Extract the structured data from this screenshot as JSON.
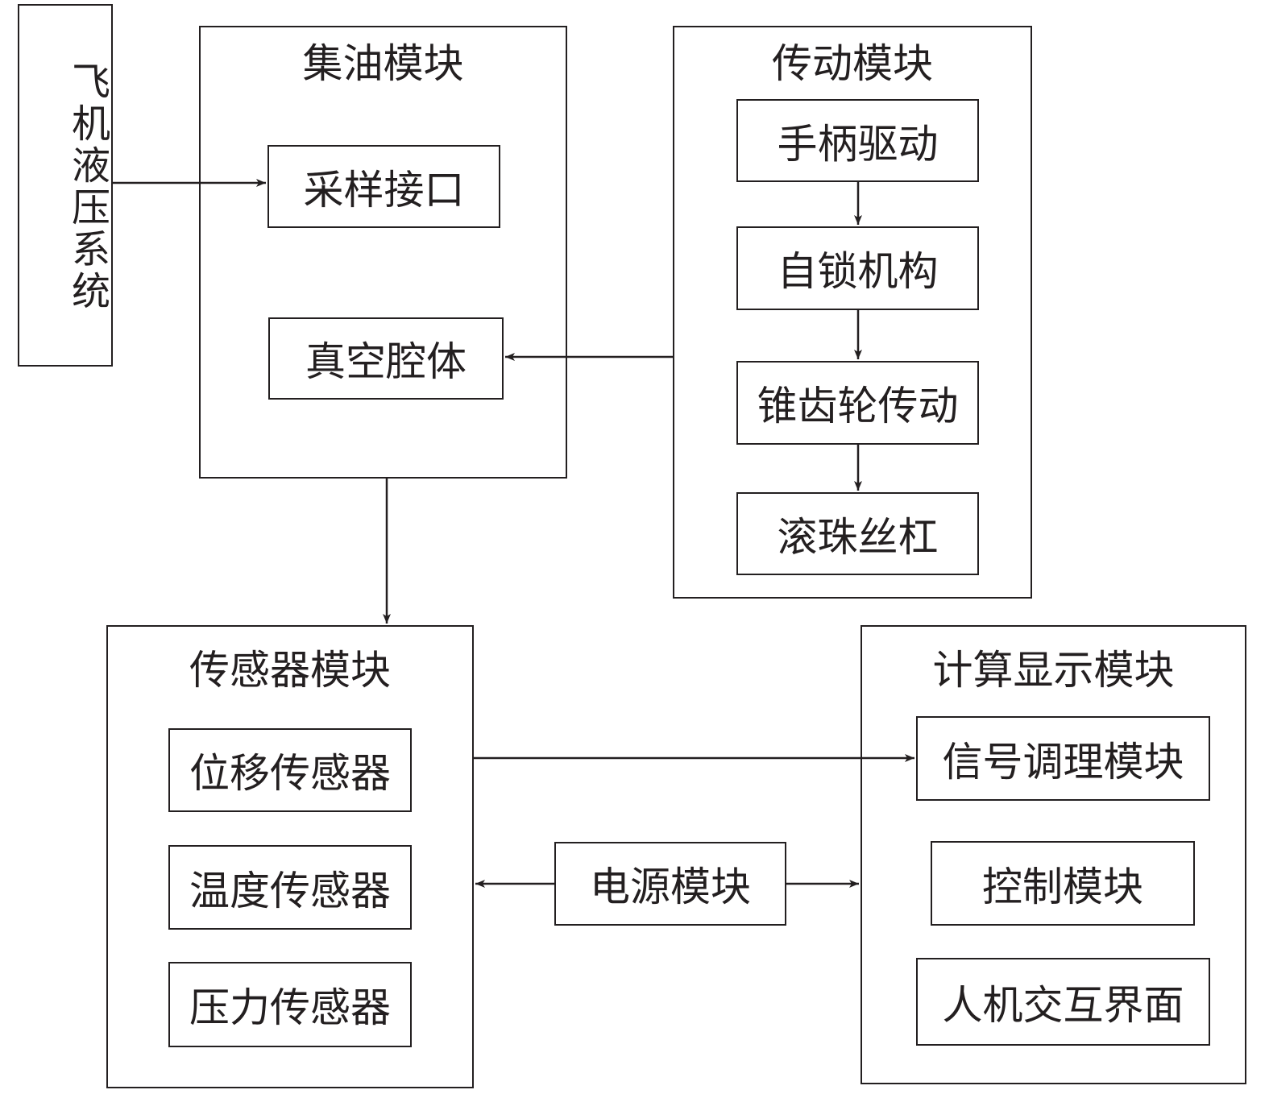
{
  "aircraft_system": {
    "label": "飞机液压系统"
  },
  "oil_collection": {
    "title": "集油模块",
    "sampling_interface": "采样接口",
    "vacuum_cavity": "真空腔体"
  },
  "transmission": {
    "title": "传动模块",
    "handle_drive": "手柄驱动",
    "self_lock": "自锁机构",
    "bevel_gear": "锥齿轮传动",
    "ball_screw": "滚珠丝杠"
  },
  "sensors": {
    "title": "传感器模块",
    "displacement": "位移传感器",
    "temperature": "温度传感器",
    "pressure": "压力传感器"
  },
  "power": {
    "label": "电源模块"
  },
  "compute_display": {
    "title": "计算显示模块",
    "signal_conditioning": "信号调理模块",
    "control": "控制模块",
    "hmi": "人机交互界面"
  },
  "colors": {
    "stroke": "#231f20",
    "background": "#ffffff"
  }
}
